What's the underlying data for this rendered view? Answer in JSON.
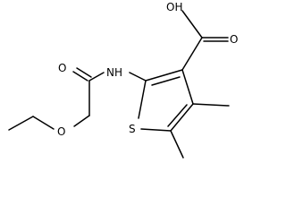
{
  "molecule": {
    "labels": {
      "carboxyl_oh": "OH",
      "carboxyl_o": "O",
      "amide_nh": "NH",
      "amide_o": "O",
      "ether_o": "O",
      "ring_s": "S"
    }
  }
}
